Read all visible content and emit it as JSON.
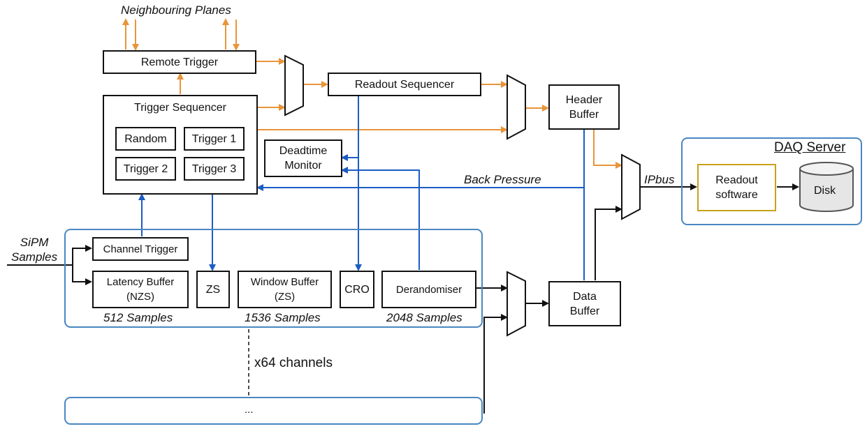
{
  "labels": {
    "neighbouring_planes": "Neighbouring Planes",
    "sipm_samples": "SiPM\nSamples",
    "back_pressure": "Back Pressure",
    "ipbus": "IPbus",
    "x64_channels": "x64 channels",
    "samples_512": "512 Samples",
    "samples_1536": "1536 Samples",
    "samples_2048": "2048 Samples"
  },
  "blocks": {
    "remote_trigger": "Remote Trigger",
    "trigger_sequencer": "Trigger Sequencer",
    "random": "Random",
    "trigger_1": "Trigger 1",
    "trigger_2": "Trigger 2",
    "trigger_3": "Trigger 3",
    "readout_sequencer": "Readout Sequencer",
    "deadtime_monitor": "Deadtime\nMonitor",
    "header_buffer": "Header\nBuffer",
    "data_buffer": "Data\nBuffer",
    "channel_trigger": "Channel Trigger",
    "latency_buffer": "Latency Buffer\n(NZS)",
    "zs": "ZS",
    "window_buffer": "Window Buffer\n(ZS)",
    "cro": "CRO",
    "derandomiser": "Derandomiser",
    "ellipsis_channel": "...",
    "daq_server": "DAQ Server",
    "readout_software": "Readout\nsoftware",
    "disk": "Disk"
  },
  "colors": {
    "trigger_path": "#e8953a",
    "control_path": "#1a5cc4",
    "data_path": "#111111",
    "region_border": "#4a86c0",
    "software_border": "#c9a11a",
    "disk_fill": "#e6e6e6"
  }
}
